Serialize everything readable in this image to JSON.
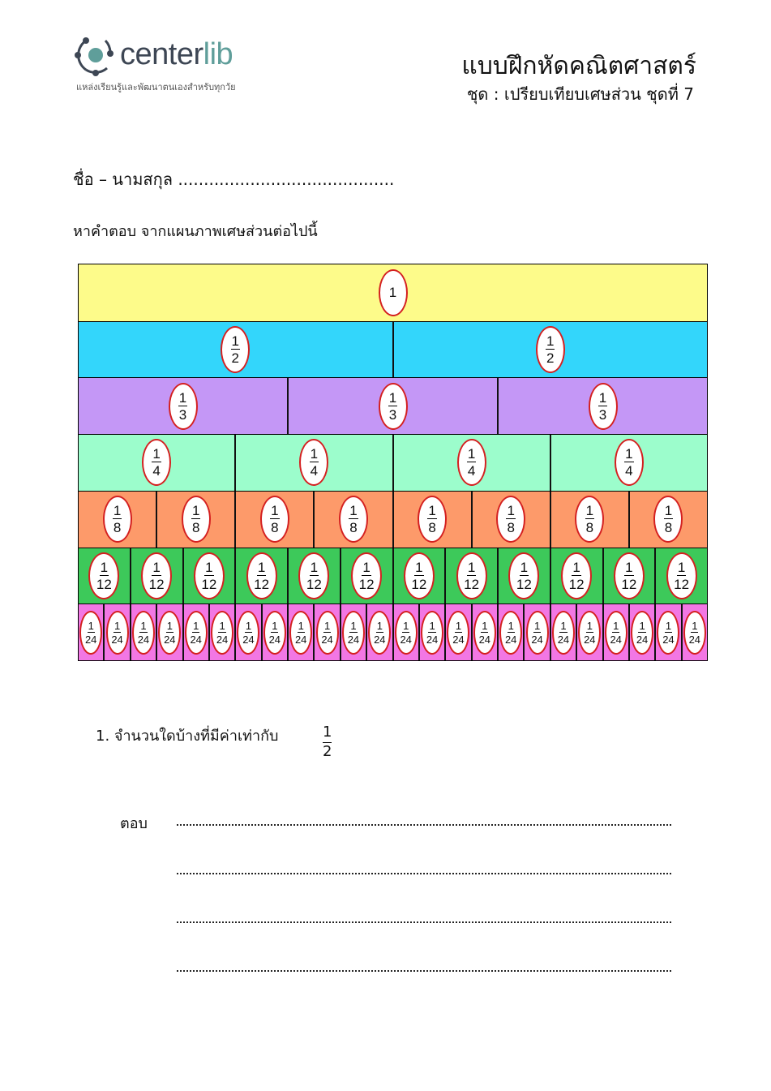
{
  "header": {
    "logo_text_main": "center",
    "logo_text_accent": "lib",
    "logo_tagline": "แหล่งเรียนรู้และพัฒนาตนเองสำหรับทุกวัย",
    "title": "แบบฝึกหัดคณิตศาสตร์",
    "subtitle": "ชุด : เปรียบเทียบเศษส่วน ชุดที่ 7"
  },
  "name_line": "ชื่อ – นามสกุล ..........................................",
  "instruction": "หาคำตอบ จากแผนภาพเศษส่วนต่อไปนี้",
  "fraction_wall": {
    "rows": [
      {
        "numerator": "1",
        "denominator": "",
        "count": 1,
        "color": "#fdfb8a"
      },
      {
        "numerator": "1",
        "denominator": "2",
        "count": 2,
        "color": "#33d6fb"
      },
      {
        "numerator": "1",
        "denominator": "3",
        "count": 3,
        "color": "#c497f6"
      },
      {
        "numerator": "1",
        "denominator": "4",
        "count": 4,
        "color": "#9cfdcc"
      },
      {
        "numerator": "1",
        "denominator": "8",
        "count": 8,
        "color": "#fd9a6a"
      },
      {
        "numerator": "1",
        "denominator": "12",
        "count": 12,
        "color": "#3dc95a"
      },
      {
        "numerator": "1",
        "denominator": "24",
        "count": 24,
        "color": "#f277e4"
      }
    ]
  },
  "question": {
    "text": "1. จำนวนใดบ้างที่มีค่าเท่ากับ",
    "numerator": "1",
    "denominator": "2"
  },
  "answer_label": "ตอบ"
}
